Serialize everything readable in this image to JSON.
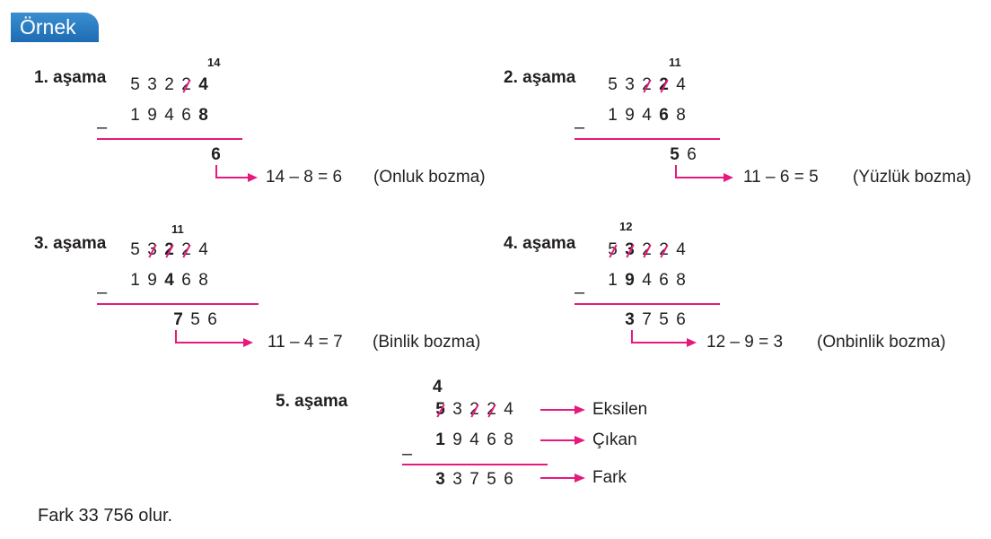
{
  "header": {
    "badge": "Örnek"
  },
  "stages": {
    "s1": {
      "label": "1. aşama",
      "borrow": "14",
      "minuend": [
        "5",
        "3",
        "2",
        "2",
        "4"
      ],
      "subtrahend": [
        "1",
        "9",
        "4",
        "6",
        "8"
      ],
      "result": [
        "6"
      ],
      "formula": "14 – 8 = 6",
      "note": "(Onluk bozma)"
    },
    "s2": {
      "label": "2. aşama",
      "borrow": "11",
      "minuend": [
        "5",
        "3",
        "2",
        "2",
        "4"
      ],
      "subtrahend": [
        "1",
        "9",
        "4",
        "6",
        "8"
      ],
      "result": [
        "5",
        "6"
      ],
      "formula": "11 – 6 = 5",
      "note": "(Yüzlük bozma)"
    },
    "s3": {
      "label": "3. aşama",
      "borrow": "11",
      "minuend": [
        "5",
        "3",
        "2",
        "2",
        "4"
      ],
      "subtrahend": [
        "1",
        "9",
        "4",
        "6",
        "8"
      ],
      "result": [
        "7",
        "5",
        "6"
      ],
      "formula": "11 – 4 = 7",
      "note": "(Binlik bozma)"
    },
    "s4": {
      "label": "4. aşama",
      "borrow": "12",
      "minuend": [
        "5",
        "3",
        "2",
        "2",
        "4"
      ],
      "subtrahend": [
        "1",
        "9",
        "4",
        "6",
        "8"
      ],
      "result": [
        "3",
        "7",
        "5",
        "6"
      ],
      "formula": "12 – 9 = 3",
      "note": "(Onbinlik  bozma)"
    },
    "s5": {
      "label": "5. aşama",
      "borrow": "4",
      "minuend": [
        "5",
        "3",
        "2",
        "2",
        "4"
      ],
      "subtrahend": [
        "1",
        "9",
        "4",
        "6",
        "8"
      ],
      "result": [
        "3",
        "3",
        "7",
        "5",
        "6"
      ],
      "terms": [
        "Eksilen",
        "Çıkan",
        "Fark"
      ]
    }
  },
  "minus_sign": "–",
  "conclusion": "Fark 33 756 olur.",
  "colors": {
    "accent": "#e6197e",
    "badge": "#1d6bb4"
  }
}
